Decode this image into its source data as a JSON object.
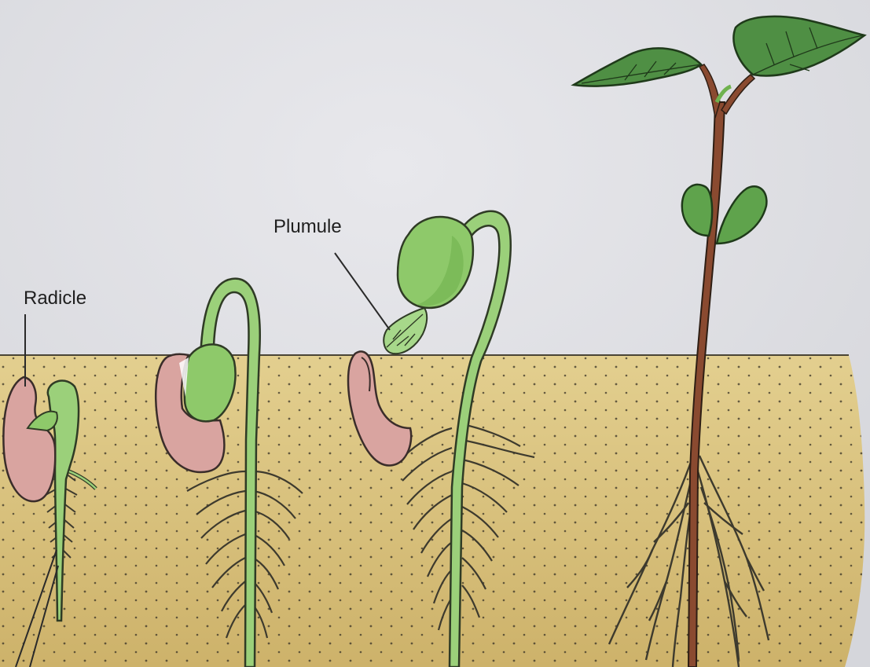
{
  "labels": {
    "radicle": "Radicle",
    "plumule": "Plumule"
  },
  "colors": {
    "background": "#dfe0e4",
    "soil": "#d8c07c",
    "soil_dark": "#b9a05e",
    "seed_coat": "#d9a4a0",
    "cotyledon": "#8ec96a",
    "stem_green": "#9bd07a",
    "stem_brown": "#8a4a30",
    "root": "#3d3a2e",
    "leaf": "#4f8f44"
  },
  "stages": [
    {
      "name": "germinating-seed"
    },
    {
      "name": "hypocotyl-hook"
    },
    {
      "name": "cotyledons-emerging"
    },
    {
      "name": "young-seedling"
    }
  ]
}
